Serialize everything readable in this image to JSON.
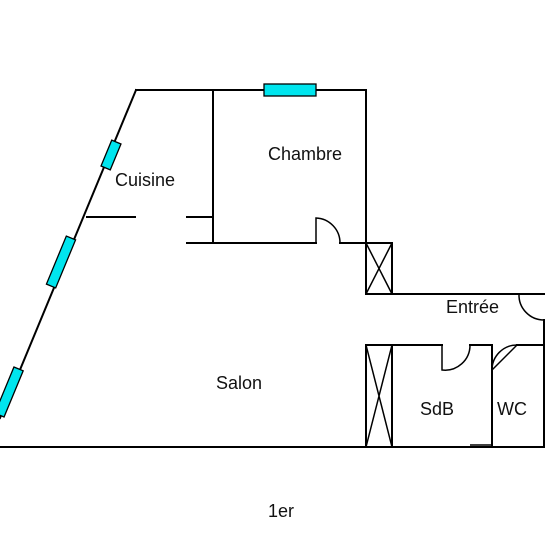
{
  "plan": {
    "rooms": {
      "chambre": "Chambre",
      "cuisine": "Cuisine",
      "salon": "Salon",
      "entree": "Entrée",
      "sdb": "SdB",
      "wc": "WC"
    },
    "floor": "1er"
  },
  "colors": {
    "walls": "#000000",
    "windows": "#00e5ee",
    "background": "#ffffff"
  }
}
